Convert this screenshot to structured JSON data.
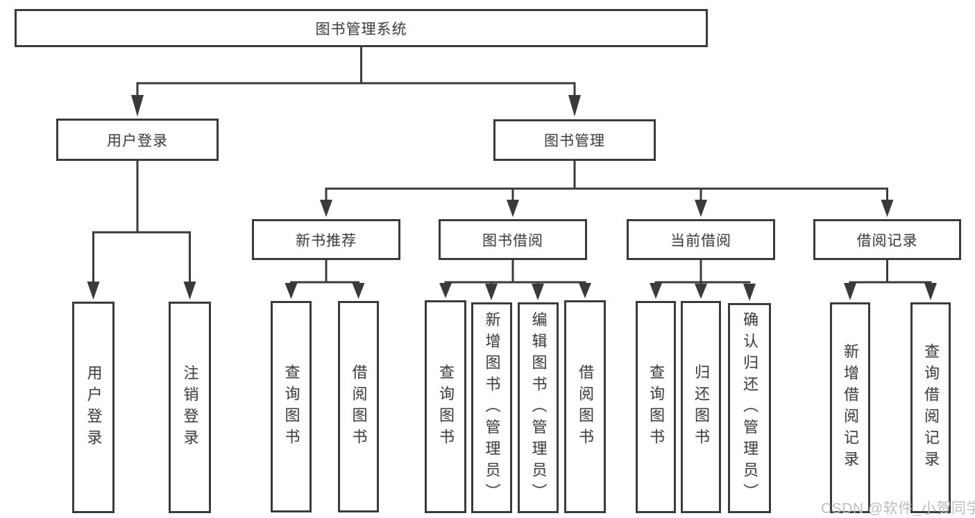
{
  "colors": {
    "line": "#3a3a3a",
    "text": "#3f3f3f",
    "watermark": "#bdbdbd",
    "background": "#ffffff"
  },
  "watermark": {
    "text": "CSDN @软件_小贺同学"
  },
  "tree": {
    "root": {
      "label": "图书管理系统",
      "children": [
        {
          "label": "用户登录",
          "children": [
            {
              "label": "用户登录"
            },
            {
              "label": "注销登录"
            }
          ]
        },
        {
          "label": "图书管理",
          "children": [
            {
              "label": "新书推荐",
              "children": [
                {
                  "label": "查询图书"
                },
                {
                  "label": "借阅图书"
                }
              ]
            },
            {
              "label": "图书借阅",
              "children": [
                {
                  "label": "查询图书"
                },
                {
                  "label": "新增图书（管理员）"
                },
                {
                  "label": "编辑图书（管理员）"
                },
                {
                  "label": "借阅图书"
                }
              ]
            },
            {
              "label": "当前借阅",
              "children": [
                {
                  "label": "查询图书"
                },
                {
                  "label": "归还图书"
                },
                {
                  "label": "确认归还（管理员）"
                }
              ]
            },
            {
              "label": "借阅记录",
              "children": [
                {
                  "label": "新增借阅记录"
                },
                {
                  "label": "查询借阅记录"
                }
              ]
            }
          ]
        }
      ]
    }
  }
}
